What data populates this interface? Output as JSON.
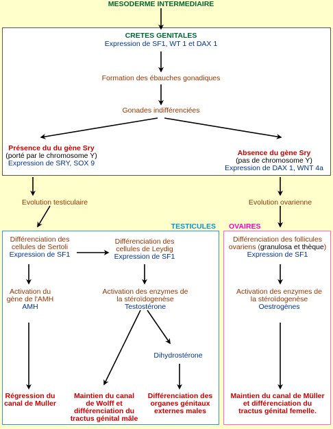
{
  "header": {
    "title": "MESODERME INTERMEDIAIRE"
  },
  "top_box": {
    "title": "CRETES GENITALES",
    "expression": "Expression de SF1, WT 1 et DAX 1",
    "formation": "Formation des ébauches gonadiques",
    "gonades": "Gonades indifférenciées",
    "presence": {
      "line1": "Présence du du gène Sry",
      "line2": "(porté par le chromosome Y)",
      "line3": "Expression de SRY, SOX 9"
    },
    "absence": {
      "line1": "Absence du gène Sry",
      "line2": "(pas de chromosome Y)",
      "line3": "Expression de DAX 1, WNT 4a"
    }
  },
  "evolution": {
    "testis": "Evolution testiculaire",
    "ovary": "Evolution ovarienne"
  },
  "testicules": {
    "title": "TESTICULES",
    "sertoli": {
      "line1": "Différenciation des",
      "line2": "cellules de Sertoli",
      "line3": "Expression de SF1"
    },
    "leydig": {
      "line1": "Différenciation des",
      "line2": "cellules de Leydig",
      "line3": "Expression de SF1"
    },
    "amh": {
      "line1": "Activation du",
      "line2": "gène de l'AMH",
      "line3": "AMH"
    },
    "enzymes": {
      "line1": "Activation des enzymes de",
      "line2": "la stéroïdogenèse",
      "line3": "Testostérone"
    },
    "dht": "Dihydrostérone",
    "regression": {
      "line1": "Régression du",
      "line2": "canal de Muller"
    },
    "wolff": {
      "line1": "Maintien du canal",
      "line2": "de Wolff et",
      "line3": "différenciation du",
      "line4": "tractus génital mâle"
    },
    "organes": {
      "line1": "Différenciation des",
      "line2": "organes génitaux",
      "line3": "externes males"
    }
  },
  "ovaires": {
    "title": "OVAIRES",
    "follicules": {
      "line1": "Différenciation des follicules",
      "line2a": "ovariens (",
      "line2b": "granulosa et thèque",
      "line2c": ")",
      "line3": "Expression de SF1"
    },
    "enzymes": {
      "line1": "Activation des enzymes de",
      "line2": "la stéroïdogenèse",
      "line3": "Oestrogènes"
    },
    "muller": {
      "line1": "Maintien du canal de Müller",
      "line2": "et différenciation du",
      "line3": "tractus génital femelle."
    }
  },
  "colors": {
    "top_box_border": "#555555",
    "testicules_border": "#3399cc",
    "ovaires_border": "#ff66cc",
    "title_blue": "#0099cc",
    "title_pink": "#ff00cc",
    "red": "#cc0000",
    "green": "#006633"
  }
}
